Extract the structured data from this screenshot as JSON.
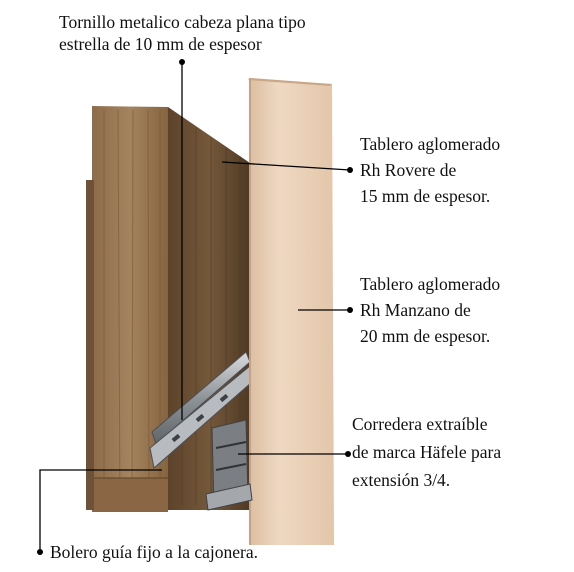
{
  "labels": {
    "screw": [
      "Tornillo metalico cabeza plana tipo",
      "estrella de 10 mm de espesor"
    ],
    "rovere": [
      "Tablero aglomerado",
      "Rh Rovere de",
      "15 mm de espesor."
    ],
    "manzano": [
      "Tablero aglomerado",
      "Rh Manzano de",
      "20 mm de espesor."
    ],
    "slide": [
      "Corredera extraíble",
      "de marca Häfele para",
      "extensión 3/4."
    ],
    "guide": [
      "Bolero guía fijo a la cajonera."
    ]
  },
  "colors": {
    "rovere_light": "#a4835f",
    "rovere_dark": "#6e5136",
    "manzano": "#ecd3bb",
    "metal": "#9ea3a8",
    "leader": "#000000"
  }
}
